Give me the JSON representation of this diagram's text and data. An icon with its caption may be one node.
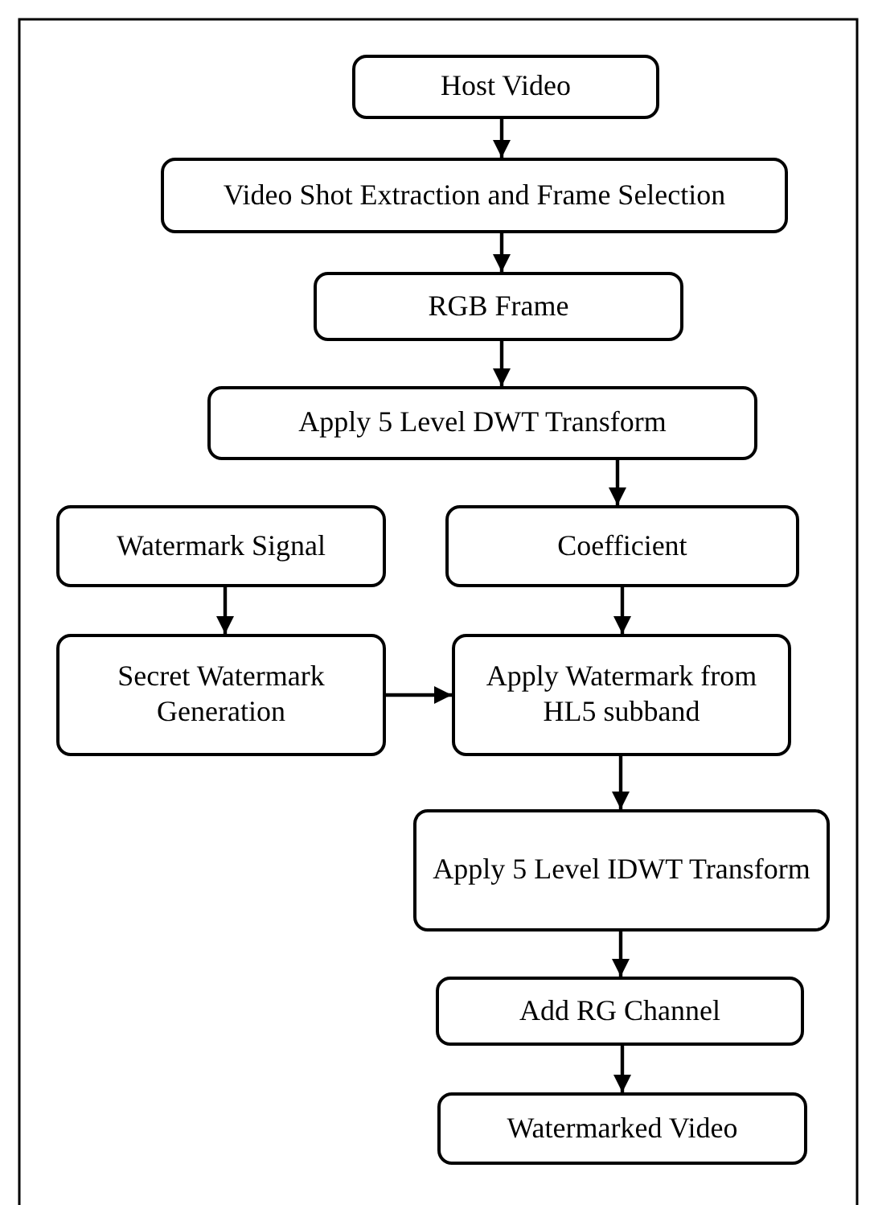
{
  "diagram": {
    "nodes": [
      {
        "text": [
          "Host Video"
        ]
      },
      {
        "text": [
          "Video Shot Extraction and Frame Selection"
        ]
      },
      {
        "text": [
          "RGB Frame"
        ]
      },
      {
        "text": [
          "Apply 5 Level DWT Transform"
        ]
      },
      {
        "text": [
          "Watermark Signal"
        ]
      },
      {
        "text": [
          "Coefficient"
        ]
      },
      {
        "text": [
          "Secret Watermark Generation"
        ]
      },
      {
        "text": [
          "Apply Watermark from HL5 subband"
        ]
      },
      {
        "text": [
          "Apply 5 Level IDWT Transform"
        ]
      },
      {
        "text": [
          "Add RG Channel"
        ]
      },
      {
        "text": [
          "Watermarked Video"
        ]
      }
    ],
    "edges": [
      {
        "from": 0,
        "to": 1,
        "arrow": "to"
      },
      {
        "from": 1,
        "to": 2,
        "arrow": "to"
      },
      {
        "from": 2,
        "to": 3,
        "arrow": "to"
      },
      {
        "from": 3,
        "to": 5,
        "arrow": "to"
      },
      {
        "from": 4,
        "to": 6,
        "arrow": "to"
      },
      {
        "from": 5,
        "to": 7,
        "arrow": "to"
      },
      {
        "from": 6,
        "to": 7,
        "arrow": "to"
      },
      {
        "from": 7,
        "to": 8,
        "arrow": "to"
      },
      {
        "from": 8,
        "to": 9,
        "arrow": "to"
      },
      {
        "from": 9,
        "to": 10,
        "arrow": "to"
      }
    ]
  }
}
